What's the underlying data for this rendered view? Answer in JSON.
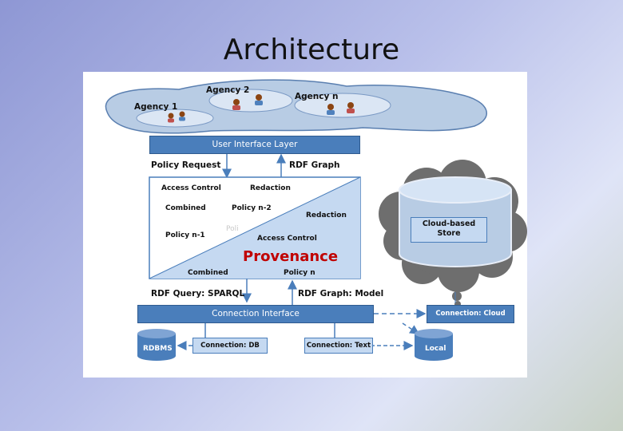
{
  "title": "Architecture",
  "agencies": {
    "agency_1": "Agency 1",
    "agency_2": "Agency 2",
    "agency_n": "Agency n"
  },
  "layers": {
    "user_interface": "User Interface Layer",
    "connection_interface": "Connection Interface"
  },
  "flows": {
    "policy_request": "Policy Request",
    "rdf_graph": "RDF Graph",
    "rdf_query": "RDF Query: SPARQL",
    "rdf_graph_model": "RDF Graph: Model"
  },
  "policy_box": {
    "access_control_1": "Access Control",
    "redaction_1": "Redaction",
    "combined_1": "Combined",
    "policy_n2": "Policy n-2",
    "redaction_2": "Redaction",
    "policy_n1": "Policy n-1",
    "access_control_2": "Access Control",
    "provenance": "Provenance",
    "combined_2": "Combined",
    "policy_n": "Policy n",
    "faded_text": "Poli"
  },
  "cloud_store": "Cloud-based Store",
  "connections": {
    "cloud": "Connection: Cloud",
    "db": "Connection: DB",
    "text": "Connection: Text"
  },
  "stores": {
    "rdbms": "RDBMS",
    "local": "Local"
  },
  "colors": {
    "bar_blue": "#4a7ebb",
    "light_blue": "#c5d9f1",
    "provenance_red": "#c00000",
    "cloud_gray": "#6e6e6e"
  }
}
